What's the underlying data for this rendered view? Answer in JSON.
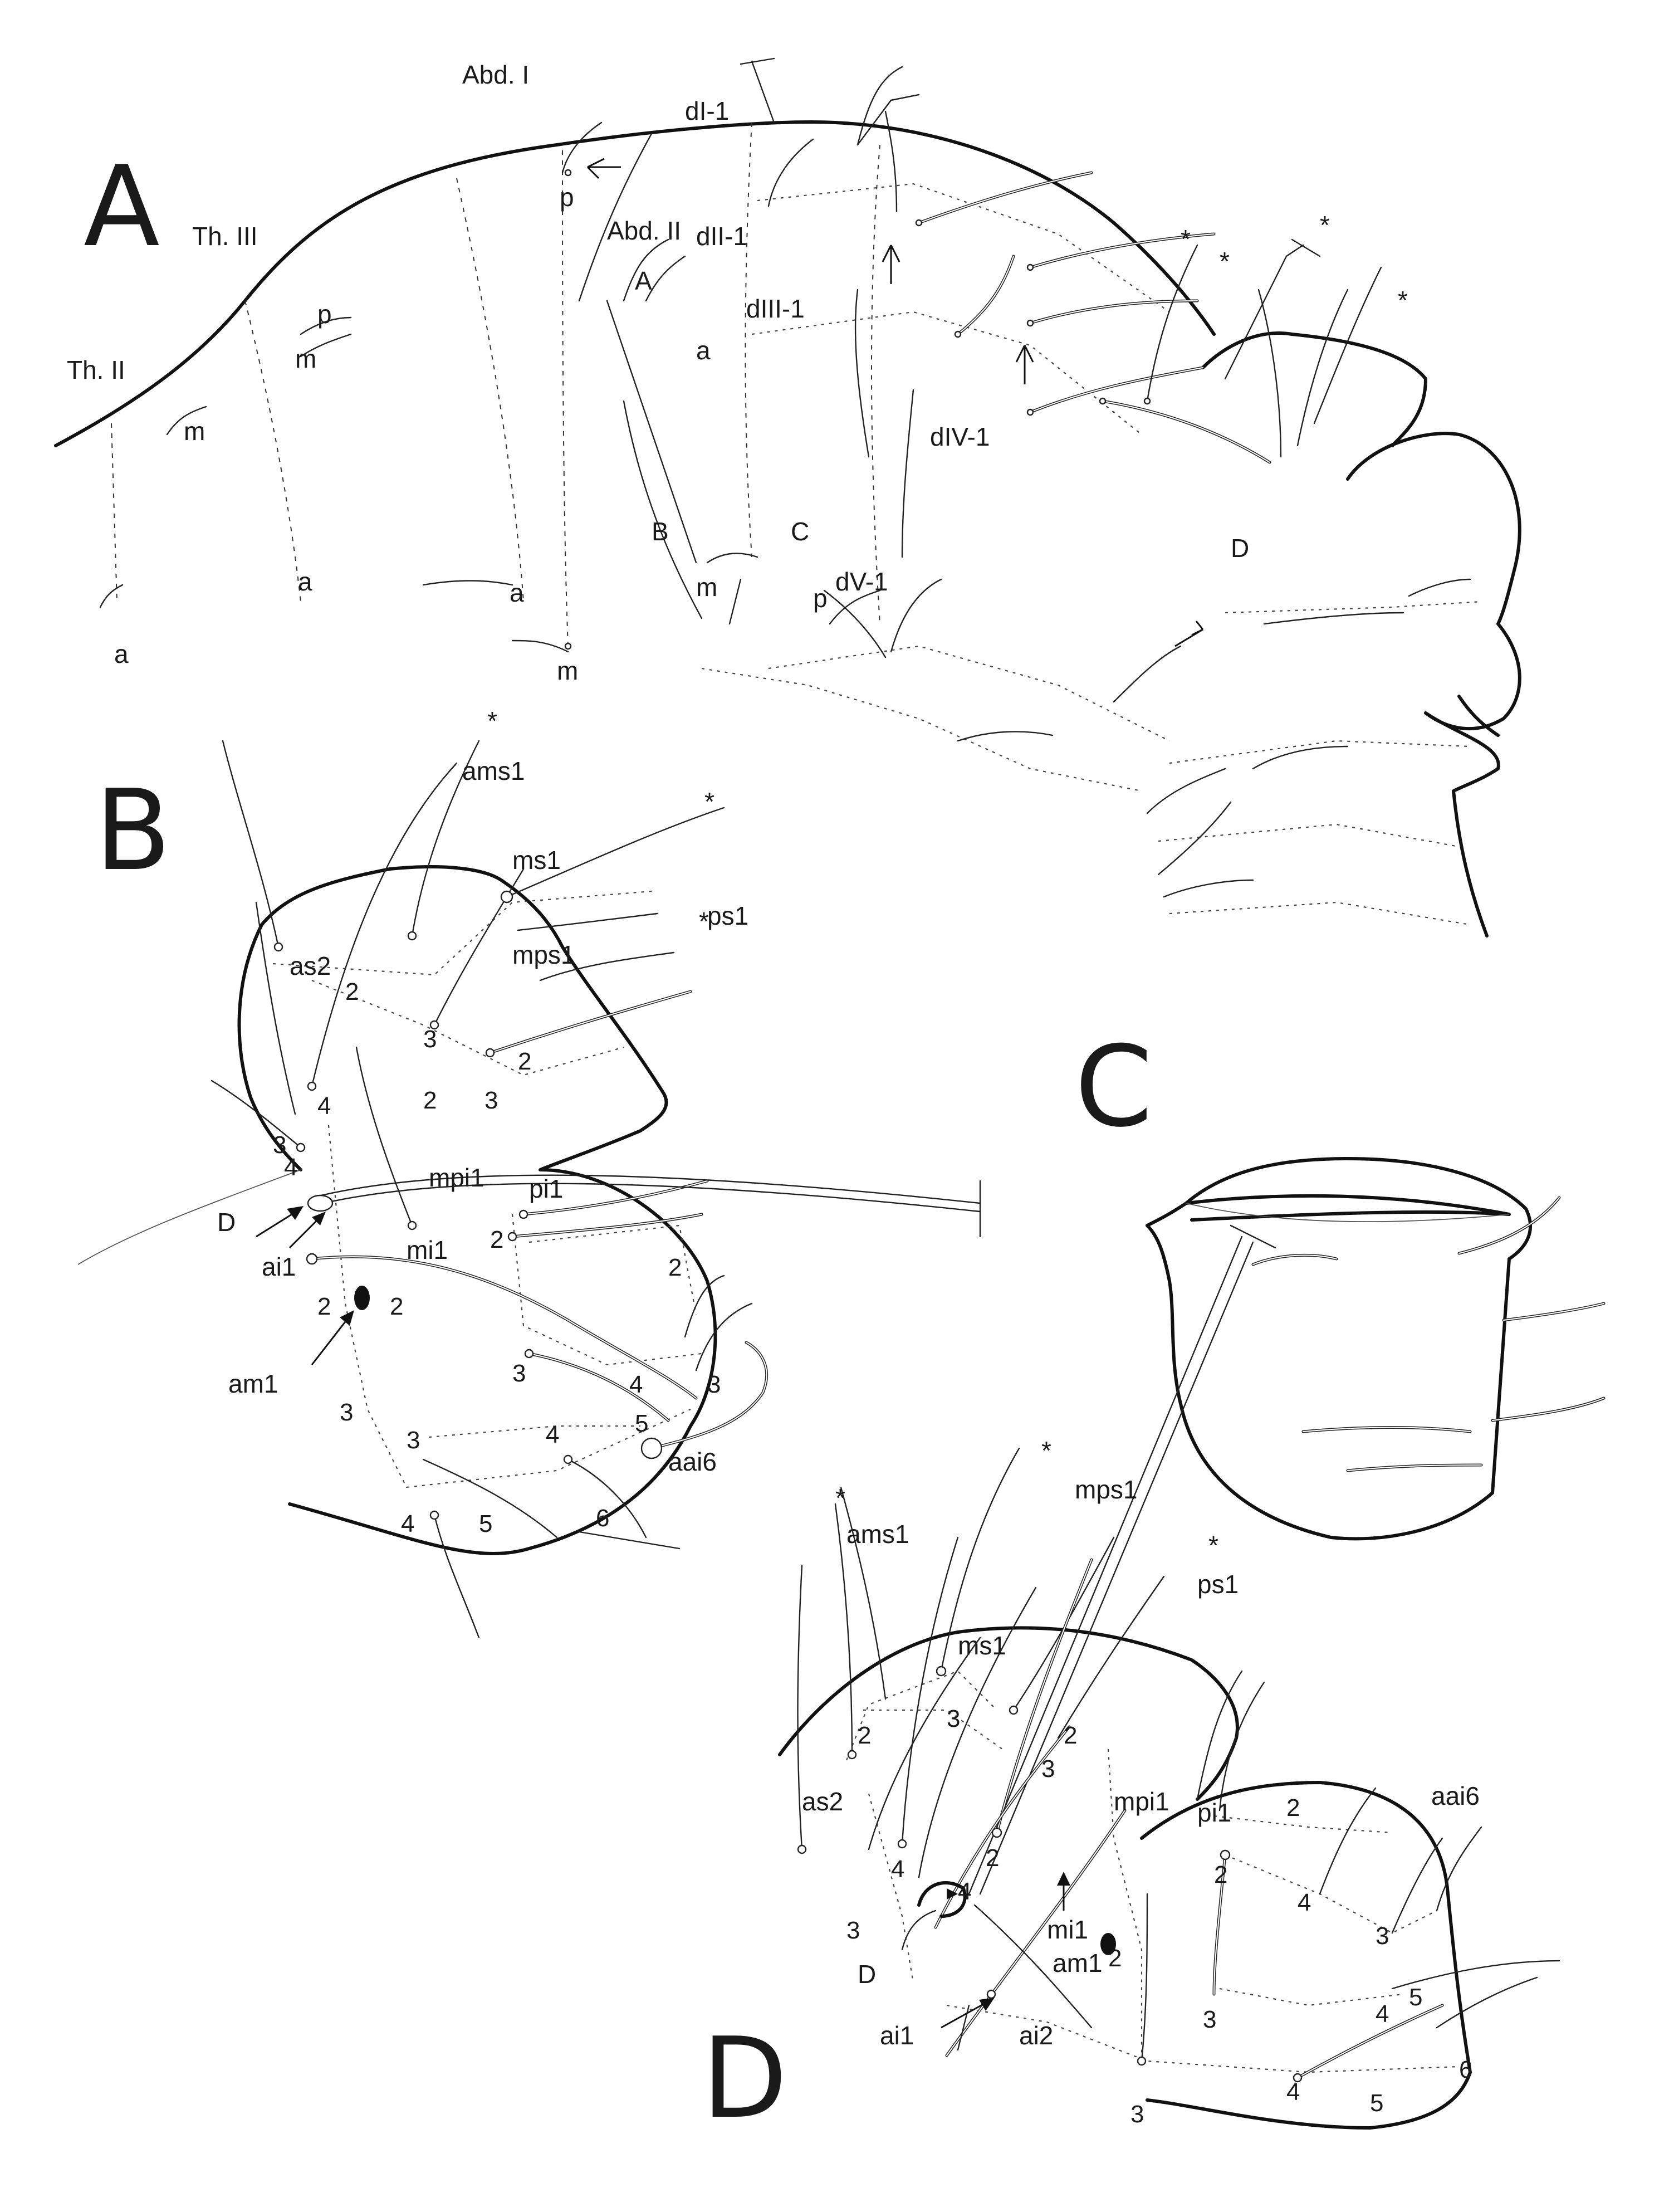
{
  "panels": {
    "A": {
      "letter": "A",
      "labels": {
        "abd1": "Abd. I",
        "abd2": "Abd. II",
        "th3": "Th. III",
        "th2": "Th. II",
        "dI1": "dI-1",
        "dII1": "dII-1",
        "dIII1": "dIII-1",
        "dIV1": "dIV-1",
        "dV1": "dV-1",
        "sensA": "A",
        "sensB": "B",
        "sensC": "C",
        "sensD": "D",
        "p_abd1": "p",
        "p_th3": "p",
        "p_abd2": "p",
        "m_th3": "m",
        "m_th2": "m",
        "m_abd2": "m",
        "m_abd1": "m",
        "a_th2": "a",
        "a_th3": "a",
        "a_abd1": "a",
        "a_abd2": "a",
        "star": "*"
      }
    },
    "B": {
      "letter": "B",
      "labels": {
        "ams1": "ams1",
        "ms1": "ms1",
        "as2": "as2",
        "mps1": "mps1",
        "ps1": "ps1",
        "mpi1": "mpi1",
        "pi1": "pi1",
        "ai1": "ai1",
        "mi1": "mi1",
        "am1": "am1",
        "aai6": "aai6",
        "D": "D",
        "n2a": "2",
        "n3a": "3",
        "n4a": "4",
        "n2b": "2",
        "n3b": "3",
        "n2c": "2",
        "n3c": "3",
        "n4c": "4",
        "n2d": "2",
        "n2e": "2",
        "n2f": "2",
        "n2g": "2",
        "n3d": "3",
        "n4d": "4",
        "n3e": "3",
        "n3f": "3",
        "n3g": "3",
        "n4e": "4",
        "n5a": "5",
        "n4f": "4",
        "n5b": "5",
        "n6a": "6",
        "star": "*"
      }
    },
    "C": {
      "letter": "C"
    },
    "D": {
      "letter": "D",
      "labels": {
        "ams1": "ams1",
        "mps1": "mps1",
        "ps1": "ps1",
        "ms1": "ms1",
        "as2": "as2",
        "mpi1": "mpi1",
        "pi1": "pi1",
        "aai6": "aai6",
        "mi1": "mi1",
        "am1": "am1",
        "ai1": "ai1",
        "ai2": "ai2",
        "D": "D",
        "n2a": "2",
        "n3a": "3",
        "n2b": "2",
        "n3b": "3",
        "n2c": "2",
        "n4a": "4",
        "n4b": "4",
        "n3c": "3",
        "n2d": "2",
        "n2e": "2",
        "n4c": "4",
        "n3d": "3",
        "n2f": "2",
        "n3e": "3",
        "n4d": "4",
        "n5a": "5",
        "n4e": "4",
        "n5b": "5",
        "n6a": "6",
        "n3f": "3",
        "star": "*"
      }
    }
  }
}
